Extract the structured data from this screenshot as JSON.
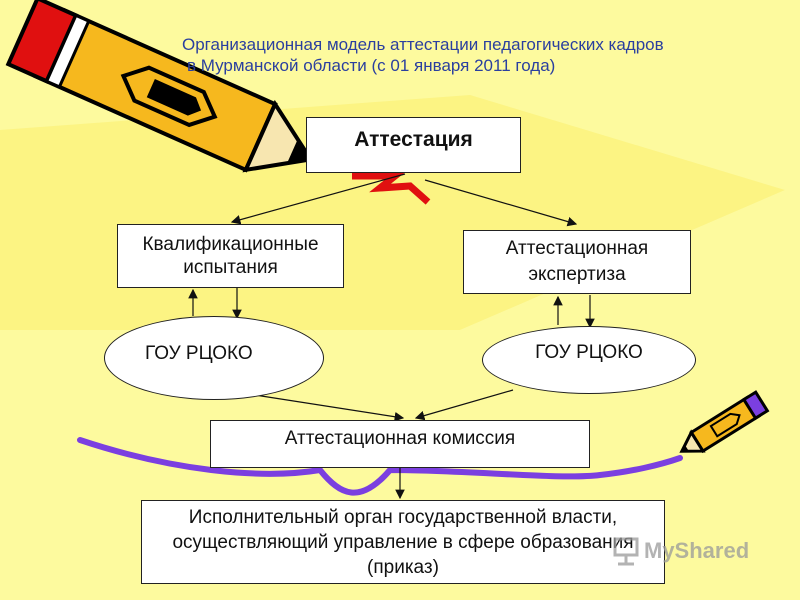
{
  "title": {
    "line1": "Организационная модель аттестации педагогических кадров",
    "line2": "в Мурманской  области (с 01 января 2011 года)"
  },
  "nodes": {
    "attestation": "Аттестация",
    "qualification_tests": "Квалификационные испытания",
    "attestation_expertise": "Аттестационная экспертиза",
    "gou_left": "ГОУ РЦОКО",
    "gou_right": "ГОУ РЦОКО",
    "commission": "Аттестационная комиссия",
    "executive_body": "Исполнительный орган государственной власти, осуществляющий управление в сфере образования (приказ)"
  },
  "watermark": {
    "text": "MyShared",
    "icon": "presentation-board-icon"
  },
  "colors": {
    "background": "#fdfa9e",
    "title": "#2a3f9f",
    "purple_curve": "#7b3fe0",
    "pencil_body": "#f6b81e",
    "pencil_eraser": "#e01010"
  }
}
